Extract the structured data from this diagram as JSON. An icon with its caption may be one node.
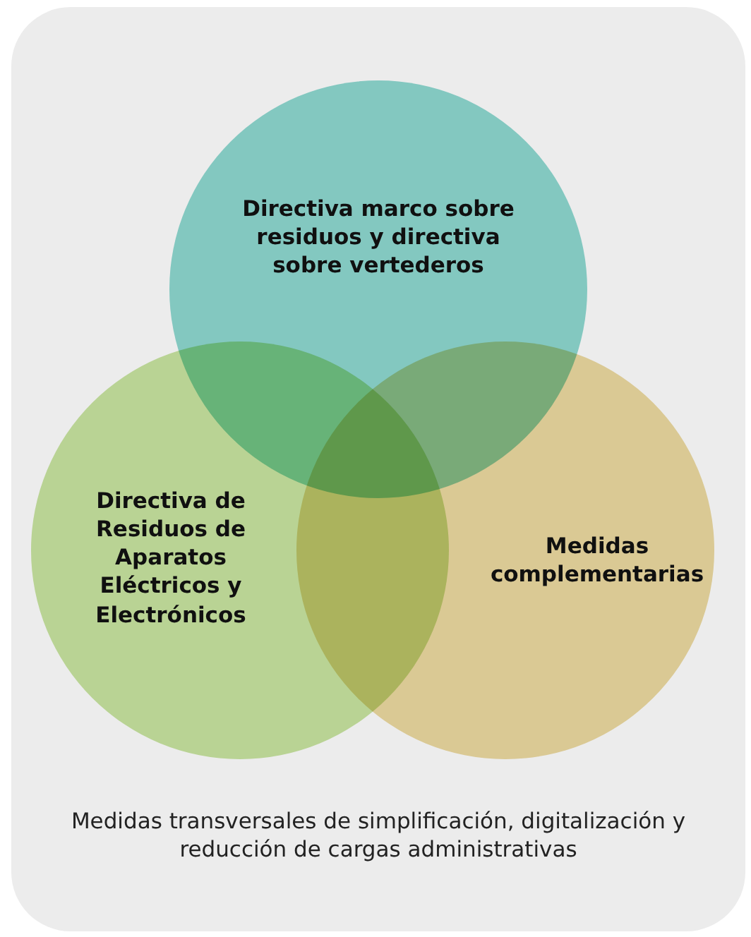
{
  "diagram": {
    "nodes": [
      {
        "text": [
          "Medidas transversales de simplificación, digitalización y reducción de cargas administrativas"
        ]
      },
      {
        "text": [
          "Directiva marco sobre residuos y directiva sobre vertederos"
        ],
        "in": 0
      },
      {
        "text": [
          "Directiva de Residuos de Aparatos Eléctricos y Electrónicos"
        ],
        "in": 0
      },
      {
        "text": [
          "Medidas complementarias"
        ],
        "in": 0
      }
    ]
  }
}
